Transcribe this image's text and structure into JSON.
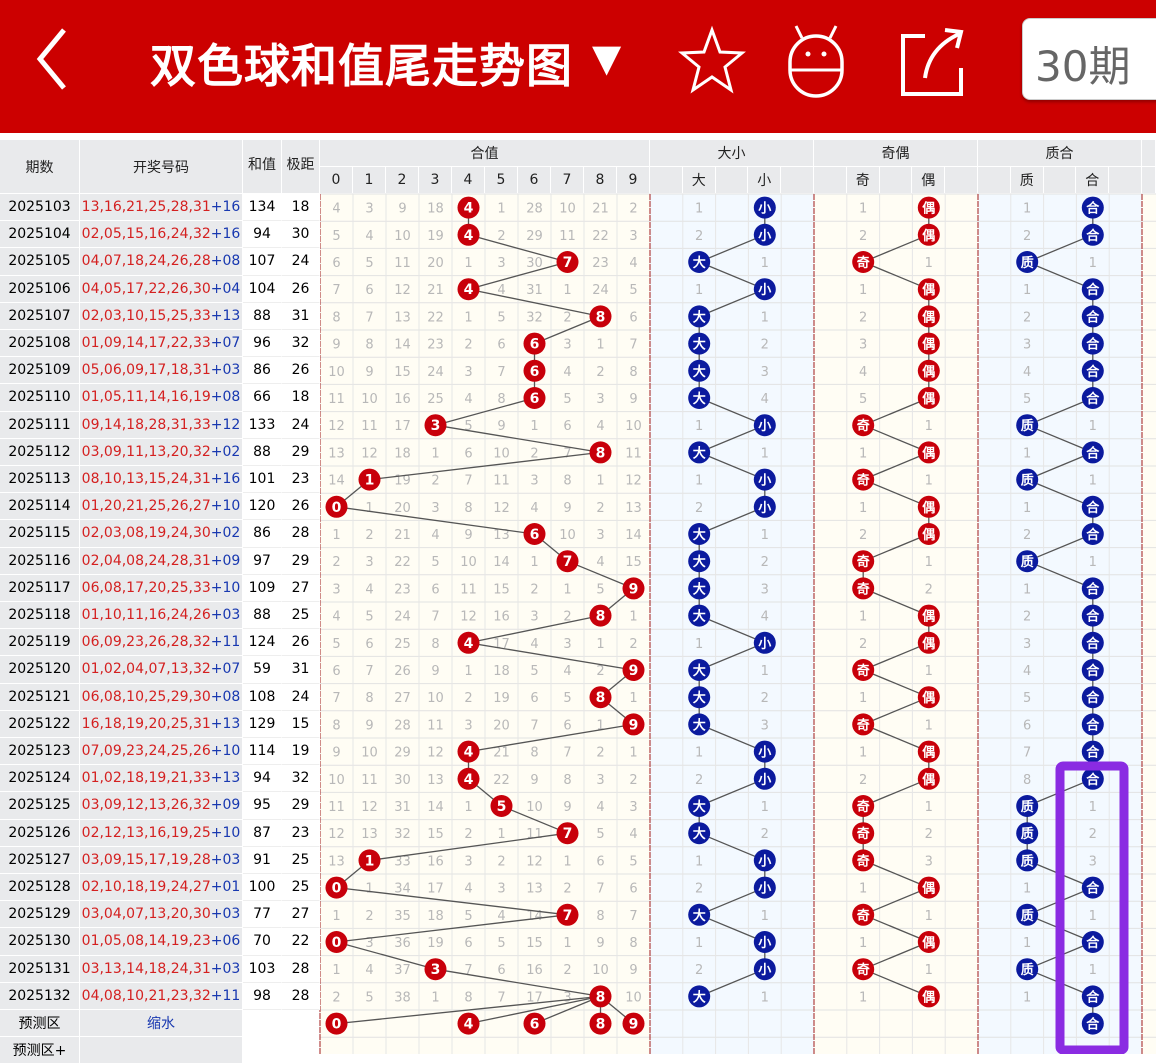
{
  "topbar": {
    "title": "双色球和值尾走势图",
    "dropdown_icon": "▼",
    "period_select": "30期",
    "icons": [
      "back-chevron-icon",
      "star-icon",
      "robot-icon",
      "share-icon"
    ],
    "color": "#cc0000"
  },
  "headers": {
    "period": "期数",
    "numbers": "开奖号码",
    "sum": "和值",
    "span": "极距",
    "tail_group": "合值",
    "tail_digits": [
      "0",
      "1",
      "2",
      "3",
      "4",
      "5",
      "6",
      "7",
      "8",
      "9"
    ],
    "groups": [
      {
        "title": "大小",
        "a": "大",
        "b": "小"
      },
      {
        "title": "奇偶",
        "a": "奇",
        "b": "偶"
      },
      {
        "title": "质合",
        "a": "质",
        "b": "合"
      }
    ]
  },
  "colors": {
    "red_ball": "#c8000a",
    "blue_ball": "#0b1a9e",
    "highlight": "#8a2be2"
  },
  "rows": [
    {
      "period": "2025103",
      "reds": "13,16,21,25,28,31",
      "blue": "+16",
      "sum": "134",
      "span": "18",
      "tail": 4,
      "omit": [
        4,
        3,
        9,
        18,
        0,
        1,
        28,
        10,
        21,
        2
      ],
      "g": [
        [
          1,
          0
        ],
        [
          1,
          0
        ],
        [
          1,
          0
        ]
      ]
    },
    {
      "period": "2025104",
      "reds": "02,05,15,16,24,32",
      "blue": "+16",
      "sum": "94",
      "span": "30",
      "tail": 4,
      "omit": [
        5,
        4,
        10,
        19,
        0,
        2,
        29,
        11,
        22,
        3
      ],
      "g": [
        [
          2,
          0
        ],
        [
          2,
          0
        ],
        [
          2,
          0
        ]
      ]
    },
    {
      "period": "2025105",
      "reds": "04,07,18,24,26,28",
      "blue": "+08",
      "sum": "107",
      "span": "24",
      "tail": 7,
      "omit": [
        6,
        5,
        11,
        20,
        1,
        3,
        30,
        0,
        23,
        4
      ],
      "g": [
        [
          0,
          1
        ],
        [
          0,
          1
        ],
        [
          0,
          1
        ]
      ]
    },
    {
      "period": "2025106",
      "reds": "04,05,17,22,26,30",
      "blue": "+04",
      "sum": "104",
      "span": "26",
      "tail": 4,
      "omit": [
        7,
        6,
        12,
        21,
        0,
        4,
        31,
        1,
        24,
        5
      ],
      "g": [
        [
          1,
          0
        ],
        [
          1,
          0
        ],
        [
          1,
          0
        ]
      ]
    },
    {
      "period": "2025107",
      "reds": "02,03,10,15,25,33",
      "blue": "+13",
      "sum": "88",
      "span": "31",
      "tail": 8,
      "omit": [
        8,
        7,
        13,
        22,
        1,
        5,
        32,
        2,
        0,
        6
      ],
      "g": [
        [
          0,
          1
        ],
        [
          2,
          0
        ],
        [
          2,
          0
        ]
      ]
    },
    {
      "period": "2025108",
      "reds": "01,09,14,17,22,33",
      "blue": "+07",
      "sum": "96",
      "span": "32",
      "tail": 6,
      "omit": [
        9,
        8,
        14,
        23,
        2,
        6,
        0,
        3,
        1,
        7
      ],
      "g": [
        [
          0,
          2
        ],
        [
          3,
          0
        ],
        [
          3,
          0
        ]
      ]
    },
    {
      "period": "2025109",
      "reds": "05,06,09,17,18,31",
      "blue": "+03",
      "sum": "86",
      "span": "26",
      "tail": 6,
      "omit": [
        10,
        9,
        15,
        24,
        3,
        7,
        0,
        4,
        2,
        8
      ],
      "g": [
        [
          0,
          3
        ],
        [
          4,
          0
        ],
        [
          4,
          0
        ]
      ]
    },
    {
      "period": "2025110",
      "reds": "01,05,11,14,16,19",
      "blue": "+08",
      "sum": "66",
      "span": "18",
      "tail": 6,
      "omit": [
        11,
        10,
        16,
        25,
        4,
        8,
        0,
        5,
        3,
        9
      ],
      "g": [
        [
          0,
          4
        ],
        [
          5,
          0
        ],
        [
          5,
          0
        ]
      ]
    },
    {
      "period": "2025111",
      "reds": "09,14,18,28,31,33",
      "blue": "+12",
      "sum": "133",
      "span": "24",
      "tail": 3,
      "omit": [
        12,
        11,
        17,
        0,
        5,
        9,
        1,
        6,
        4,
        10
      ],
      "g": [
        [
          1,
          0
        ],
        [
          0,
          1
        ],
        [
          0,
          1
        ]
      ]
    },
    {
      "period": "2025112",
      "reds": "03,09,11,13,20,32",
      "blue": "+02",
      "sum": "88",
      "span": "29",
      "tail": 8,
      "omit": [
        13,
        12,
        18,
        1,
        6,
        10,
        2,
        7,
        0,
        11
      ],
      "g": [
        [
          0,
          1
        ],
        [
          1,
          0
        ],
        [
          1,
          0
        ]
      ]
    },
    {
      "period": "2025113",
      "reds": "08,10,13,15,24,31",
      "blue": "+16",
      "sum": "101",
      "span": "23",
      "tail": 1,
      "omit": [
        14,
        0,
        19,
        2,
        7,
        11,
        3,
        8,
        1,
        12
      ],
      "g": [
        [
          1,
          0
        ],
        [
          0,
          1
        ],
        [
          0,
          1
        ]
      ]
    },
    {
      "period": "2025114",
      "reds": "01,20,21,25,26,27",
      "blue": "+10",
      "sum": "120",
      "span": "26",
      "tail": 0,
      "omit": [
        0,
        1,
        20,
        3,
        8,
        12,
        4,
        9,
        2,
        13
      ],
      "g": [
        [
          2,
          0
        ],
        [
          1,
          0
        ],
        [
          1,
          0
        ]
      ]
    },
    {
      "period": "2025115",
      "reds": "02,03,08,19,24,30",
      "blue": "+02",
      "sum": "86",
      "span": "28",
      "tail": 6,
      "omit": [
        1,
        2,
        21,
        4,
        9,
        13,
        0,
        10,
        3,
        14
      ],
      "g": [
        [
          0,
          1
        ],
        [
          2,
          0
        ],
        [
          2,
          0
        ]
      ]
    },
    {
      "period": "2025116",
      "reds": "02,04,08,24,28,31",
      "blue": "+09",
      "sum": "97",
      "span": "29",
      "tail": 7,
      "omit": [
        2,
        3,
        22,
        5,
        10,
        14,
        1,
        0,
        4,
        15
      ],
      "g": [
        [
          0,
          2
        ],
        [
          0,
          1
        ],
        [
          0,
          1
        ]
      ]
    },
    {
      "period": "2025117",
      "reds": "06,08,17,20,25,33",
      "blue": "+10",
      "sum": "109",
      "span": "27",
      "tail": 9,
      "omit": [
        3,
        4,
        23,
        6,
        11,
        15,
        2,
        1,
        5,
        0
      ],
      "g": [
        [
          0,
          3
        ],
        [
          0,
          2
        ],
        [
          1,
          0
        ]
      ]
    },
    {
      "period": "2025118",
      "reds": "01,10,11,16,24,26",
      "blue": "+03",
      "sum": "88",
      "span": "25",
      "tail": 8,
      "omit": [
        4,
        5,
        24,
        7,
        12,
        16,
        3,
        2,
        0,
        1
      ],
      "g": [
        [
          0,
          4
        ],
        [
          1,
          0
        ],
        [
          2,
          0
        ]
      ]
    },
    {
      "period": "2025119",
      "reds": "06,09,23,26,28,32",
      "blue": "+11",
      "sum": "124",
      "span": "26",
      "tail": 4,
      "omit": [
        5,
        6,
        25,
        8,
        0,
        17,
        4,
        3,
        1,
        2
      ],
      "g": [
        [
          1,
          0
        ],
        [
          2,
          0
        ],
        [
          3,
          0
        ]
      ]
    },
    {
      "period": "2025120",
      "reds": "01,02,04,07,13,32",
      "blue": "+07",
      "sum": "59",
      "span": "31",
      "tail": 9,
      "omit": [
        6,
        7,
        26,
        9,
        1,
        18,
        5,
        4,
        2,
        0
      ],
      "g": [
        [
          0,
          1
        ],
        [
          0,
          1
        ],
        [
          4,
          0
        ]
      ]
    },
    {
      "period": "2025121",
      "reds": "06,08,10,25,29,30",
      "blue": "+08",
      "sum": "108",
      "span": "24",
      "tail": 8,
      "omit": [
        7,
        8,
        27,
        10,
        2,
        19,
        6,
        5,
        0,
        1
      ],
      "g": [
        [
          0,
          2
        ],
        [
          1,
          0
        ],
        [
          5,
          0
        ]
      ]
    },
    {
      "period": "2025122",
      "reds": "16,18,19,20,25,31",
      "blue": "+13",
      "sum": "129",
      "span": "15",
      "tail": 9,
      "omit": [
        8,
        9,
        28,
        11,
        3,
        20,
        7,
        6,
        1,
        0
      ],
      "g": [
        [
          0,
          3
        ],
        [
          0,
          1
        ],
        [
          6,
          0
        ]
      ]
    },
    {
      "period": "2025123",
      "reds": "07,09,23,24,25,26",
      "blue": "+10",
      "sum": "114",
      "span": "19",
      "tail": 4,
      "omit": [
        9,
        10,
        29,
        12,
        0,
        21,
        8,
        7,
        2,
        1
      ],
      "g": [
        [
          1,
          0
        ],
        [
          1,
          0
        ],
        [
          7,
          0
        ]
      ]
    },
    {
      "period": "2025124",
      "reds": "01,02,18,19,21,33",
      "blue": "+13",
      "sum": "94",
      "span": "32",
      "tail": 4,
      "omit": [
        10,
        11,
        30,
        13,
        0,
        22,
        9,
        8,
        3,
        2
      ],
      "g": [
        [
          2,
          0
        ],
        [
          2,
          0
        ],
        [
          8,
          0
        ]
      ]
    },
    {
      "period": "2025125",
      "reds": "03,09,12,13,26,32",
      "blue": "+09",
      "sum": "95",
      "span": "29",
      "tail": 5,
      "omit": [
        11,
        12,
        31,
        14,
        1,
        0,
        10,
        9,
        4,
        3
      ],
      "g": [
        [
          0,
          1
        ],
        [
          0,
          1
        ],
        [
          0,
          1
        ]
      ]
    },
    {
      "period": "2025126",
      "reds": "02,12,13,16,19,25",
      "blue": "+10",
      "sum": "87",
      "span": "23",
      "tail": 7,
      "omit": [
        12,
        13,
        32,
        15,
        2,
        1,
        11,
        0,
        5,
        4
      ],
      "g": [
        [
          0,
          2
        ],
        [
          0,
          2
        ],
        [
          0,
          2
        ]
      ]
    },
    {
      "period": "2025127",
      "reds": "03,09,15,17,19,28",
      "blue": "+03",
      "sum": "91",
      "span": "25",
      "tail": 1,
      "omit": [
        13,
        0,
        33,
        16,
        3,
        2,
        12,
        1,
        6,
        5
      ],
      "g": [
        [
          1,
          0
        ],
        [
          0,
          3
        ],
        [
          0,
          3
        ]
      ]
    },
    {
      "period": "2025128",
      "reds": "02,10,18,19,24,27",
      "blue": "+01",
      "sum": "100",
      "span": "25",
      "tail": 0,
      "omit": [
        0,
        1,
        34,
        17,
        4,
        3,
        13,
        2,
        7,
        6
      ],
      "g": [
        [
          2,
          0
        ],
        [
          1,
          0
        ],
        [
          1,
          0
        ]
      ]
    },
    {
      "period": "2025129",
      "reds": "03,04,07,13,20,30",
      "blue": "+03",
      "sum": "77",
      "span": "27",
      "tail": 7,
      "omit": [
        1,
        2,
        35,
        18,
        5,
        4,
        14,
        0,
        8,
        7
      ],
      "g": [
        [
          0,
          1
        ],
        [
          0,
          1
        ],
        [
          0,
          1
        ]
      ]
    },
    {
      "period": "2025130",
      "reds": "01,05,08,14,19,23",
      "blue": "+06",
      "sum": "70",
      "span": "22",
      "tail": 0,
      "omit": [
        0,
        3,
        36,
        19,
        6,
        5,
        15,
        1,
        9,
        8
      ],
      "g": [
        [
          1,
          0
        ],
        [
          1,
          0
        ],
        [
          1,
          0
        ]
      ]
    },
    {
      "period": "2025131",
      "reds": "03,13,14,18,24,31",
      "blue": "+03",
      "sum": "103",
      "span": "28",
      "tail": 3,
      "omit": [
        1,
        4,
        37,
        0,
        7,
        6,
        16,
        2,
        10,
        9
      ],
      "g": [
        [
          2,
          0
        ],
        [
          0,
          1
        ],
        [
          0,
          1
        ]
      ]
    },
    {
      "period": "2025132",
      "reds": "04,08,10,21,23,32",
      "blue": "+11",
      "sum": "98",
      "span": "28",
      "tail": 8,
      "omit": [
        2,
        5,
        38,
        1,
        8,
        7,
        17,
        3,
        0,
        10
      ],
      "g": [
        [
          0,
          1
        ],
        [
          1,
          0
        ],
        [
          1,
          0
        ]
      ]
    }
  ],
  "prediction": {
    "label": "预测区",
    "mode": "缩水",
    "tails": [
      0,
      4,
      6,
      8,
      9
    ],
    "prime_composite": "合"
  },
  "prediction_plus": {
    "label": "预测区+"
  }
}
